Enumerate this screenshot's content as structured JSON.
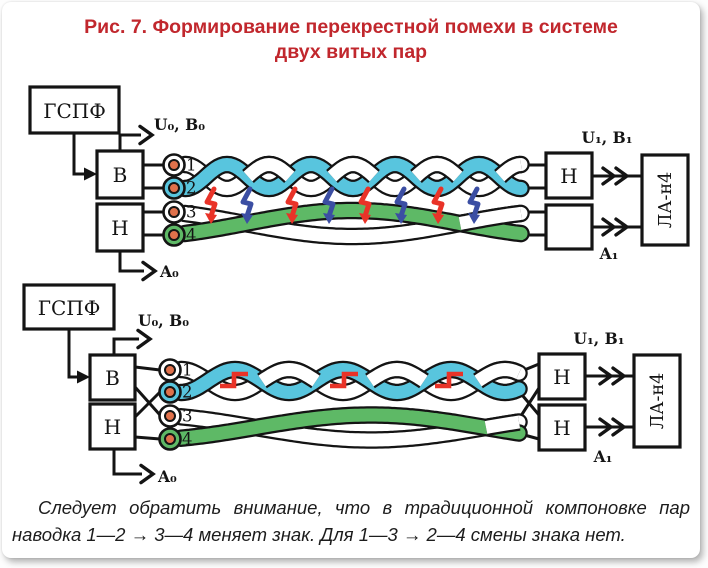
{
  "title": {
    "line1": "Рис. 7. Формирование перекрестной помехи в системе",
    "line2": "двух витых пар"
  },
  "caption": {
    "line1": "Следует обратить внимание, что в традиционной компоновке пар",
    "line2": "наводка 1—2 → 3—4 меняет знак. Для 1—3 → 2—4 смены знака нет."
  },
  "colors": {
    "title_red": "#c1272d",
    "bolt_red": "#e93328",
    "bolt_blue": "#3b4ea3",
    "wire_cyan": "#58c5de",
    "wire_green": "#5eb966",
    "wire_core_orange": "#e0714b",
    "line_black": "#141414"
  },
  "top_diagram": {
    "generator_label": "ГСПФ",
    "driver_label": "В",
    "lower_left_label": "Н",
    "input_top_label": "U₀, B₀",
    "input_bottom_label": "A₀",
    "output_top_label": "U₁, B₁",
    "output_bottom_label": "A₁",
    "right_top_label": "Н",
    "right_bottom_label": "",
    "analyzer_label": "ЛА-н4",
    "wire_labels": [
      "1",
      "2",
      "3",
      "4"
    ]
  },
  "bottom_diagram": {
    "generator_label": "ГСПФ",
    "driver_label": "В",
    "lower_left_label": "Н",
    "input_top_label": "U₀, B₀",
    "input_bottom_label": "A₀",
    "output_top_label": "U₁, B₁",
    "output_bottom_label": "A₁",
    "right_top_label": "Н",
    "right_bottom_label": "Н",
    "analyzer_label": "ЛА-н4",
    "wire_labels": [
      "1",
      "2",
      "3",
      "4"
    ]
  }
}
